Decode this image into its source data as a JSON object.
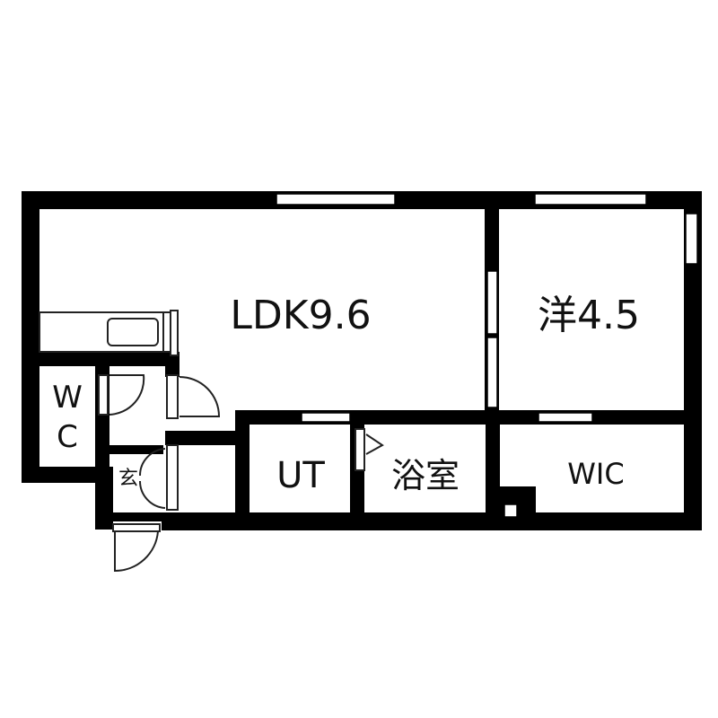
{
  "floor_plan": {
    "colors": {
      "wall": "#000000",
      "background": "#ffffff",
      "line": "#222222"
    },
    "rooms": {
      "ldk": {
        "name": "LDK",
        "size": "9.6",
        "label": "LDK9.6"
      },
      "western": {
        "name": "洋",
        "size": "4.5",
        "label": "洋4.5"
      },
      "utility": {
        "label": "UT"
      },
      "bath": {
        "label": "浴室"
      },
      "walk_in_closet": {
        "label": "WIC"
      },
      "toilet": {
        "label_line1": "W",
        "label_line2": "C"
      },
      "entrance": {
        "label": "玄"
      }
    }
  }
}
